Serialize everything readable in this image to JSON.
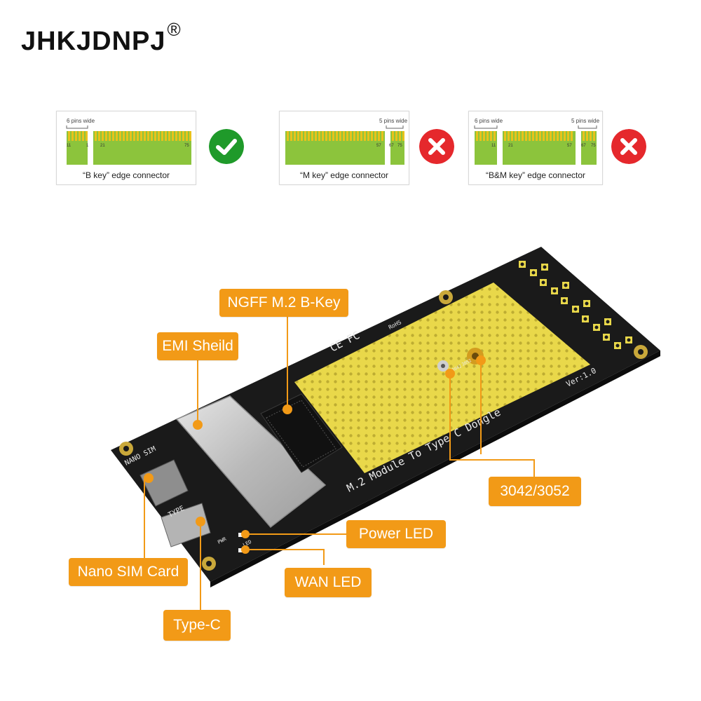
{
  "brand": {
    "name": "JHKJDNPJ",
    "registered": "®"
  },
  "key_types": [
    {
      "caption": "“B key”  edge connector",
      "left_note": "6 pins wide",
      "right_note": "",
      "pins": [
        "1",
        "11",
        "21",
        "75"
      ],
      "compatible": true
    },
    {
      "caption": "“M key”  edge connector",
      "left_note": "",
      "right_note": "5 pins wide",
      "pins": [
        "57",
        "67",
        "75"
      ],
      "compatible": false
    },
    {
      "caption": "“B&M key”  edge connector",
      "left_note": "6 pins wide",
      "right_note": "5 pins wide",
      "pins": [
        "11",
        "21",
        "57",
        "67",
        "75"
      ],
      "compatible": false
    }
  ],
  "board": {
    "version": "Ver:1.0",
    "title": "M.2 Module To Type C Dongle",
    "nano_sim_silk": "NANO SIM",
    "type_silk": "TYPE",
    "pwr_silk": "PWR",
    "led_silk": "LED",
    "cert": "CE FC",
    "rohs": "RoHS",
    "screw_labels": [
      "3042",
      "3052"
    ]
  },
  "callouts": {
    "ngff": "NGFF M.2 B-Key",
    "emi": "EMI Sheild",
    "size": "3042/3052",
    "power_led": "Power LED",
    "nano_sim": "Nano SIM Card",
    "wan_led": "WAN LED",
    "type_c": "Type-C"
  },
  "colors": {
    "accent": "#f29a17",
    "ok": "#1f9a2a",
    "bad": "#e5282c",
    "pcb": "#1a1a1a",
    "gold": "#e9d84a",
    "green_pcb": "#8cc43c"
  }
}
